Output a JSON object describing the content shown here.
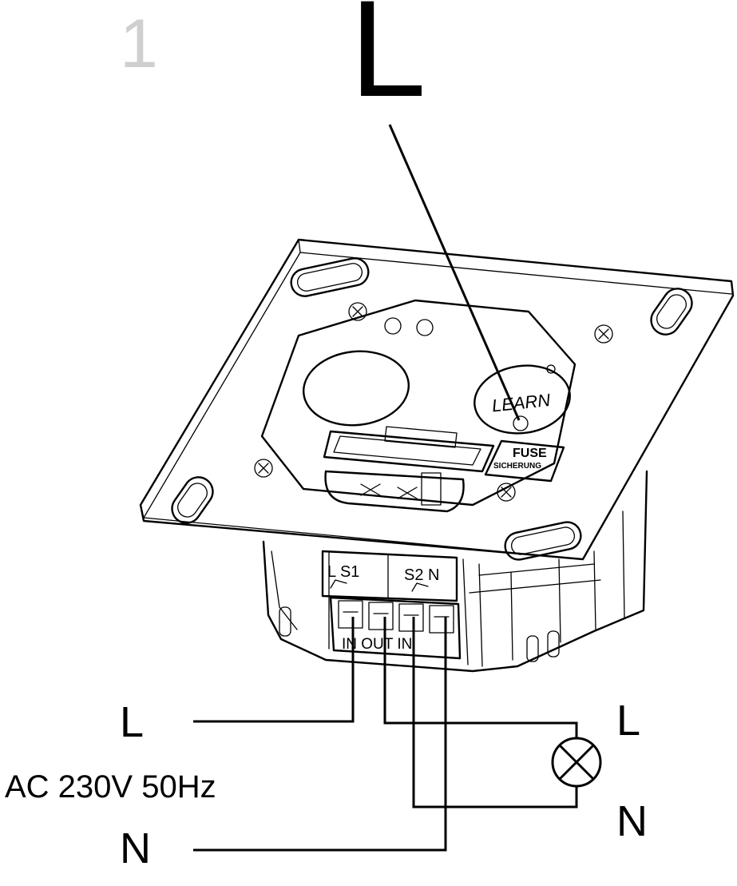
{
  "figure": {
    "step_number": "1",
    "top_label": "L",
    "device_text": {
      "learn": "LEARN",
      "fuse": "FUSE",
      "fuse_sub": "SICHERUNG",
      "terminal_top_left": "L S1",
      "terminal_top_right": "S2 N",
      "terminal_bottom": "IN OUT IN"
    },
    "left_live": "L",
    "supply": "AC 230V 50Hz",
    "left_neutral": "N",
    "lamp_live": "L",
    "lamp_neutral": "N"
  }
}
